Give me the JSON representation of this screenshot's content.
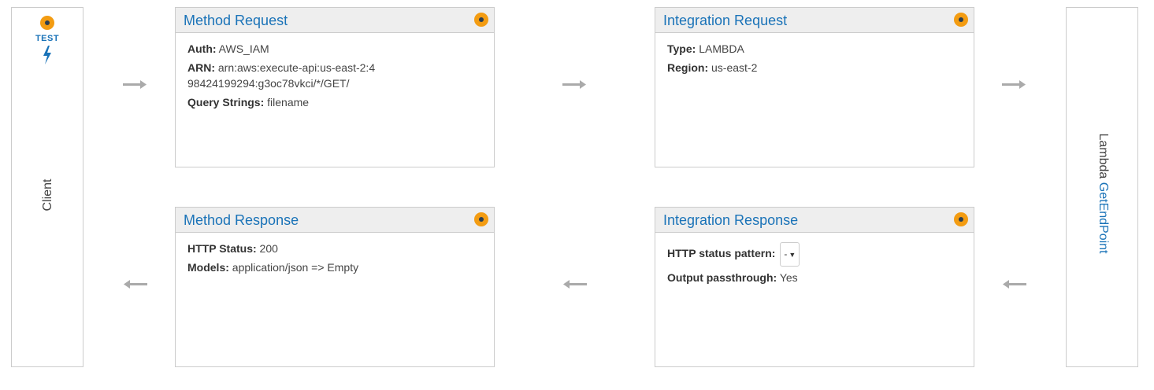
{
  "client": {
    "test_label": "TEST",
    "label": "Client",
    "icons": [
      "status-dot-icon",
      "lightning-bolt-icon"
    ]
  },
  "lambda": {
    "prefix": "Lambda",
    "function_name": "GetEndPoint"
  },
  "method_request": {
    "title": "Method Request",
    "auth_label": "Auth:",
    "auth_value": "AWS_IAM",
    "arn_label": "ARN:",
    "arn_value": "arn:aws:execute-api:us-east-2:498424199294:g3oc78vkci/*/GET/",
    "query_label": "Query Strings:",
    "query_value": "filename"
  },
  "integration_request": {
    "title": "Integration Request",
    "type_label": "Type:",
    "type_value": "LAMBDA",
    "region_label": "Region:",
    "region_value": "us-east-2"
  },
  "method_response": {
    "title": "Method Response",
    "status_label": "HTTP Status:",
    "status_value": "200",
    "models_label": "Models:",
    "models_value": "application/json => Empty"
  },
  "integration_response": {
    "title": "Integration Response",
    "pattern_label": "HTTP status pattern:",
    "pattern_selected": "-",
    "passthrough_label": "Output passthrough:",
    "passthrough_value": "Yes"
  },
  "colors": {
    "accent": "#1a73b8",
    "status_dot": "#f39c12",
    "arrow": "#aaaaaa",
    "header_bg": "#eeeeee"
  }
}
